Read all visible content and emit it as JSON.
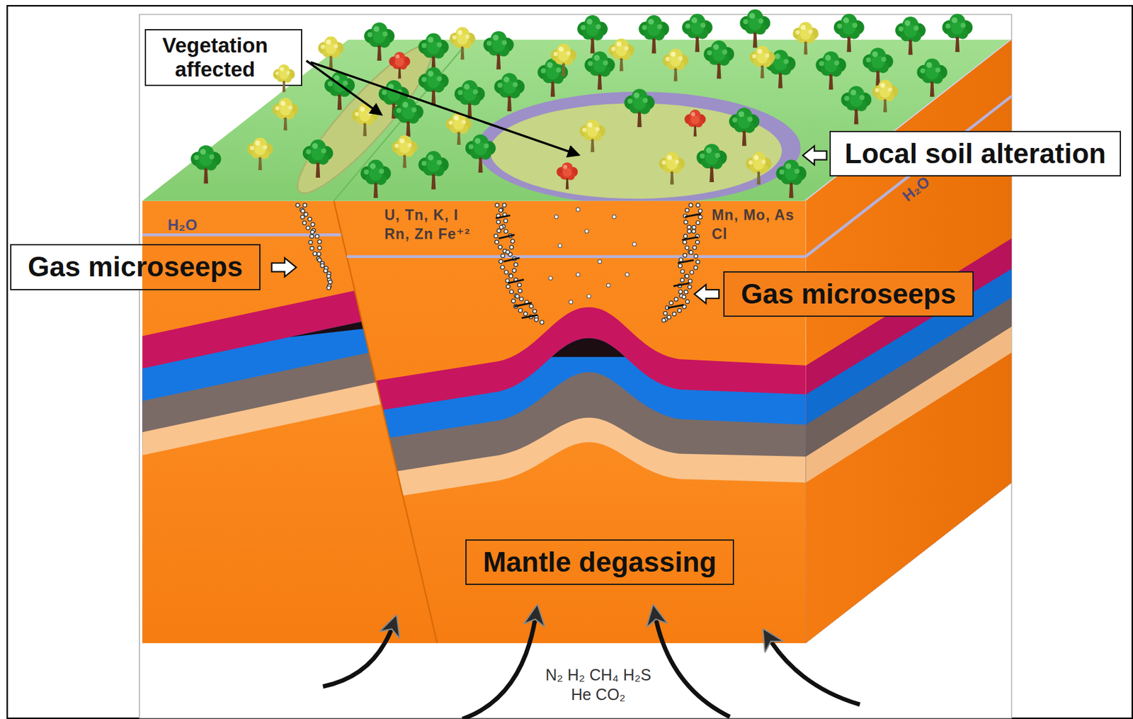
{
  "diagram": {
    "nodes": [
      {
        "text": [
          "Vegetation affected"
        ]
      },
      {
        "text": [
          "Local soil alteration"
        ]
      },
      {
        "text": [
          "Gas microseeps"
        ]
      },
      {
        "text": [
          "Gas microseeps"
        ]
      },
      {
        "text": [
          "Mantle degassing"
        ]
      }
    ],
    "labels": [
      "H₂O",
      "U, Tn, K, I",
      "Mn, Mo, As",
      "Rn, Zn Fe⁺²",
      "Cl",
      "H₂O",
      "N₂ H₂ CH₄ H₂S",
      "He CO₂"
    ]
  }
}
